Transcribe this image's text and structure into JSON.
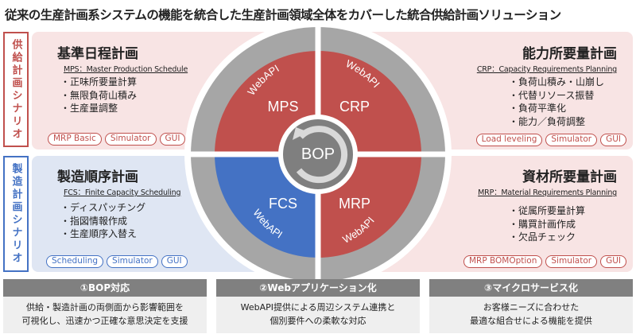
{
  "title": "従来の生産計画系システムの機能を統合した生産計画領域全体をカバーした統合供給計画ソリューション",
  "side_labels": {
    "supply": "供給計画シナリオ",
    "manufacturing": "製造計画シナリオ"
  },
  "modules": {
    "mps": {
      "title": "基準日程計画",
      "subtitle": "MPS：Master Production Schedule",
      "items": [
        "正味所要量計算",
        "無限負荷山積み",
        "生産量調整"
      ],
      "tags": [
        "MRP Basic",
        "Simulator",
        "GUI"
      ]
    },
    "crp": {
      "title": "能力所要量計画",
      "subtitle": "CRP：Capacity Requirements Planning",
      "items": [
        "負荷山積み・山崩し",
        "代替リソース振替",
        "負荷平準化",
        "能力／負荷調整"
      ],
      "tags": [
        "Load leveling",
        "Simulator",
        "GUI"
      ]
    },
    "fcs": {
      "title": "製造順序計画",
      "subtitle": "FCS：Finite Capacity Scheduling",
      "items": [
        "ディスパッチング",
        "指図情報作成",
        "生産順序入替え"
      ],
      "tags": [
        "Scheduling",
        "Simulator",
        "GUI"
      ]
    },
    "mrp": {
      "title": "資材所要量計画",
      "subtitle": "MRP：Material Requirements Planning",
      "items": [
        "従属所要量計算",
        "購買計画作成",
        "欠品チェック"
      ],
      "tags": [
        "MRP BOMOption",
        "Simulator",
        "GUI"
      ]
    }
  },
  "wheel": {
    "center": "BOP",
    "quadrants": [
      "MPS",
      "CRP",
      "FCS",
      "MRP"
    ],
    "ring_label": "WebAPI"
  },
  "colors": {
    "red": "#c0504d",
    "blue": "#4472c4",
    "ring": "#a6a6a6",
    "center": "#7f7f7f"
  },
  "footer": [
    {
      "title": "①BOP対応",
      "text": "供給・製造計画の両側面から影響範囲を\n可視化し、迅速かつ正確な意思決定を支援"
    },
    {
      "title": "②Webアプリケーション化",
      "text": "WebAPI提供による周辺システム連携と\n個別要件への柔軟な対応"
    },
    {
      "title": "③マイクロサービス化",
      "text": "お客様ニーズに合わせた\n最適な組合せによる機能を提供"
    }
  ]
}
